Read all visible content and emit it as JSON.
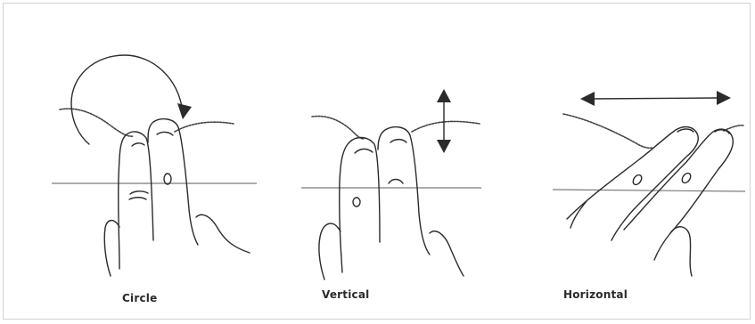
{
  "gestures": [
    {
      "label": "Circle",
      "icon": "circle-arrow-icon"
    },
    {
      "label": "Vertical",
      "icon": "vertical-arrow-icon"
    },
    {
      "label": "Horizontal",
      "icon": "horizontal-arrow-icon"
    }
  ]
}
